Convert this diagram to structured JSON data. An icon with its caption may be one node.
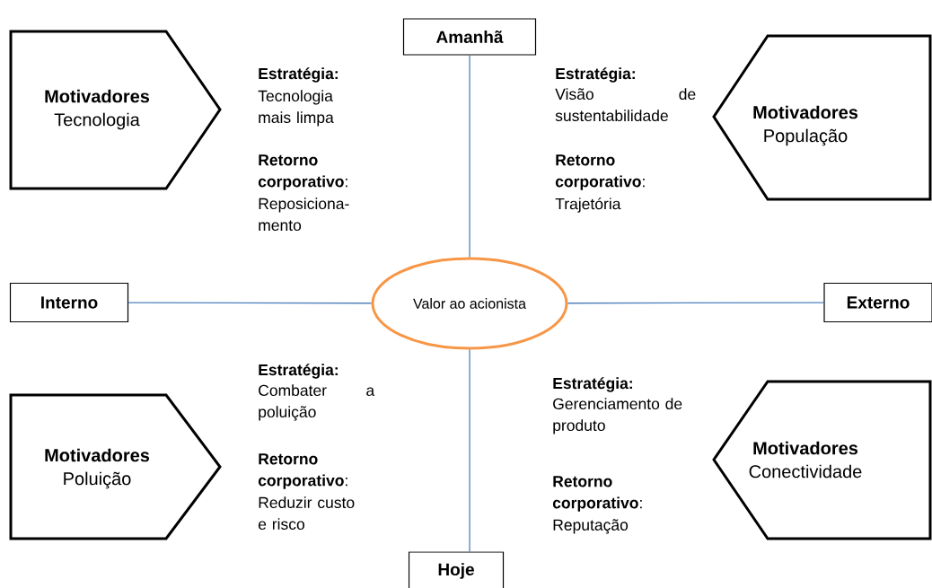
{
  "diagram": {
    "nodes": [
      {
        "text": [
          "Amanhã"
        ]
      },
      {
        "text": [
          "Interno"
        ]
      },
      {
        "text": [
          "Valor ao acionista"
        ]
      },
      {
        "text": [
          "Externo"
        ]
      },
      {
        "text": [
          "Hoje"
        ]
      },
      {
        "text": [
          "Motivadores",
          "Tecnologia"
        ]
      },
      {
        "text": [
          "Motivadores",
          "População"
        ]
      },
      {
        "text": [
          "Motivadores",
          "Poluição"
        ]
      },
      {
        "text": [
          "Motivadores",
          "Conectividade"
        ]
      }
    ],
    "edges": [
      {
        "from": 2,
        "to": 0,
        "arrow": "none"
      },
      {
        "from": 2,
        "to": 1,
        "arrow": "none"
      },
      {
        "from": 2,
        "to": 3,
        "arrow": "none"
      },
      {
        "from": 2,
        "to": 4,
        "arrow": "none"
      }
    ],
    "labels": [
      "Estratégia:",
      "Tecnologia mais limpa",
      "**Retorno corporativo**:",
      "Reposiciona- mento",
      "Estratégia:",
      "Visão de sustentabilidade",
      "**Retorno corporativo**:",
      "Trajetória",
      "Estratégia:",
      "Combater a poluição",
      "**Retorno corporativo**:",
      "Reduzir custo e risco",
      "Estratégia:",
      "Gerenciamento de produto",
      "**Retorno corporativo**:",
      "Reputação"
    ]
  }
}
